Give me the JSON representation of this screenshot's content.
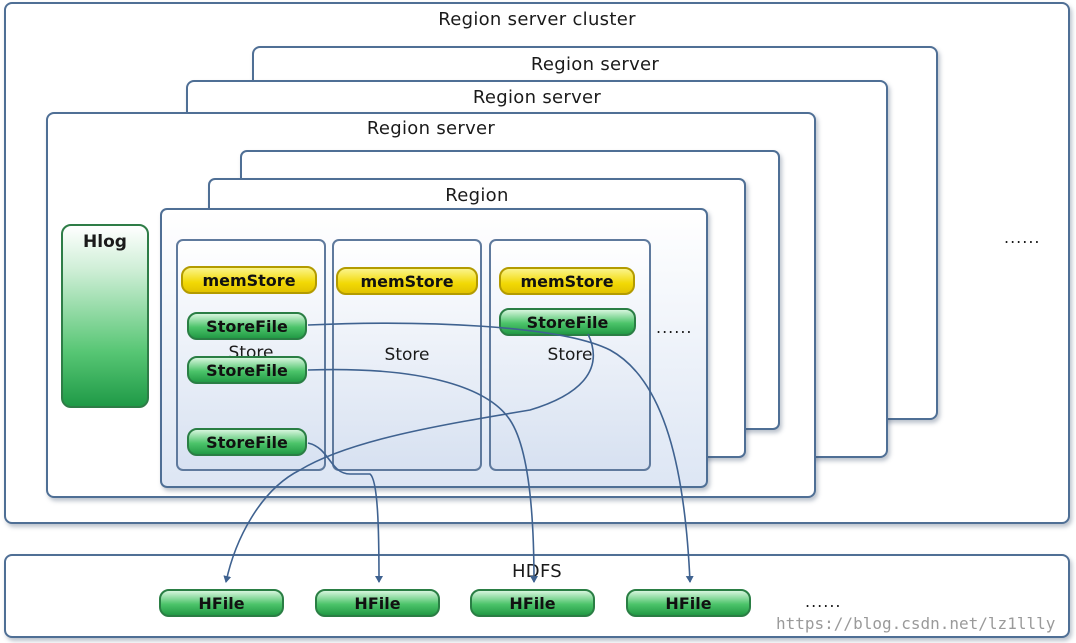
{
  "cluster": {
    "label": "Region server cluster",
    "more": "......"
  },
  "region_servers": [
    "Region server",
    "Region server",
    "Region server"
  ],
  "region": {
    "label": "Region",
    "more": "......"
  },
  "hlog": {
    "label": "Hlog"
  },
  "stores": [
    {
      "label": "Store",
      "memstore": "memStore",
      "storefiles": [
        "StoreFile",
        "StoreFile",
        "StoreFile"
      ]
    },
    {
      "label": "Store",
      "memstore": "memStore",
      "storefiles": []
    },
    {
      "label": "Store",
      "memstore": "memStore",
      "storefiles": [
        "StoreFile"
      ]
    }
  ],
  "hdfs": {
    "label": "HDFS",
    "hfiles": [
      "HFile",
      "HFile",
      "HFile",
      "HFile"
    ],
    "more": "......"
  },
  "watermark": "https://blog.csdn.net/lz1llly",
  "colors": {
    "border": "#4f6f95",
    "memstore": "#f2d905",
    "storefile": "#4cc46a",
    "arrow": "#3f6290"
  }
}
